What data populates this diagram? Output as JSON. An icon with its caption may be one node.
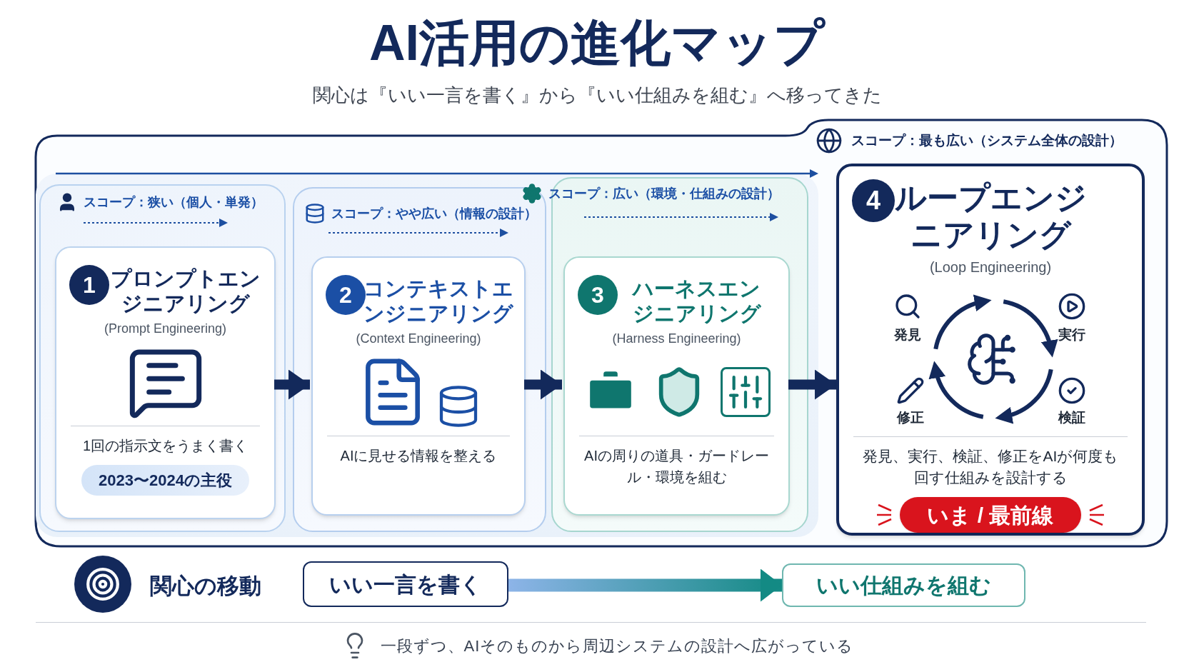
{
  "diagram": {
    "title": "AI活用の進化マップ",
    "caption": "一段ずつ、AIそのものから周辺システムの設計へ広がっている",
    "nodes": [
      {
        "text": [
          "スコープ：最も広い（システム全体の設計）"
        ]
      },
      {
        "text": [
          "スコープ：狭い（個人・単発）"
        ],
        "in": 0
      },
      {
        "text": [
          "1",
          "プロンプトエンジニアリング",
          "(Prompt Engineering)",
          "1回の指示文をうまく書く"
        ],
        "in": 1
      },
      {
        "text": [
          "2023〜2024の主役"
        ],
        "in": 2
      },
      {
        "text": [
          "スコープ：やや広い（情報の設計）"
        ],
        "in": 0
      },
      {
        "text": [
          "2",
          "コンテキストエンジニアリング",
          "(Context Engineering)",
          "AIに見せる情報を整える"
        ],
        "in": 4
      },
      {
        "text": [
          "スコープ：広い（環境・仕組みの設計）"
        ],
        "in": 0
      },
      {
        "text": [
          "3",
          "ハーネスエンジニアリング",
          "(Harness Engineering)",
          "AIの周りの道具・ガードレール・環境を組む"
        ],
        "in": 6
      },
      {
        "text": [
          "4",
          "ループエンジニアリング",
          "(Loop Engineering)",
          "発見、実行、検証、修正をAIが何度も回す仕組みを設計する"
        ],
        "in": 0
      },
      {
        "text": [
          "いま / 最前線"
        ],
        "in": 8
      },
      {
        "text": [
          "いい一言を書く"
        ]
      },
      {
        "text": [
          "いい仕組みを組む"
        ]
      }
    ],
    "edges": [
      {
        "from": 2,
        "to": 5,
        "arrow": "to",
        "style": "thick"
      },
      {
        "from": 5,
        "to": 7,
        "arrow": "to",
        "style": "thick"
      },
      {
        "from": 7,
        "to": 8,
        "arrow": "to",
        "style": "thick"
      },
      {
        "from": 10,
        "to": 11,
        "arrow": "to",
        "style": "thick",
        "color": "#138a84"
      }
    ],
    "labels": [
      "関心は『いい一言を書く』から『いい仕組みを組む』へ移ってきた",
      "発見",
      "実行",
      "修正",
      "検証",
      "関心の移動"
    ]
  }
}
